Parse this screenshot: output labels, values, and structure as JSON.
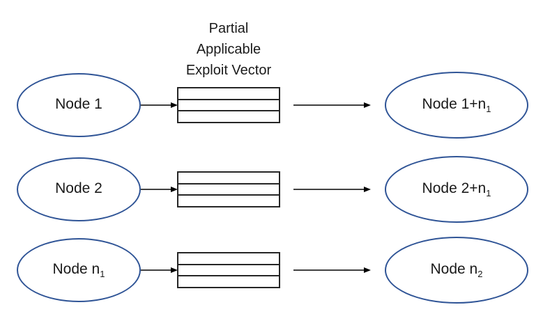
{
  "diagram": {
    "title_lines": [
      "Partial",
      "Applicable",
      "Exploit Vector"
    ],
    "rows": [
      {
        "left": {
          "base": "Node 1",
          "sub": ""
        },
        "right": {
          "base": "Node 1+n",
          "sub": "1"
        }
      },
      {
        "left": {
          "base": "Node 2",
          "sub": ""
        },
        "right": {
          "base": "Node 2+n",
          "sub": "1"
        }
      },
      {
        "left": {
          "base": "Node n",
          "sub": "1"
        },
        "right": {
          "base": "Node n",
          "sub": "2"
        }
      }
    ],
    "vector_compartments": 3,
    "colors": {
      "ellipse_stroke": "#2F5496",
      "vector_stroke": "#262626",
      "arrow": "#000000",
      "text": "#1a1a1a",
      "background": "#ffffff"
    }
  }
}
